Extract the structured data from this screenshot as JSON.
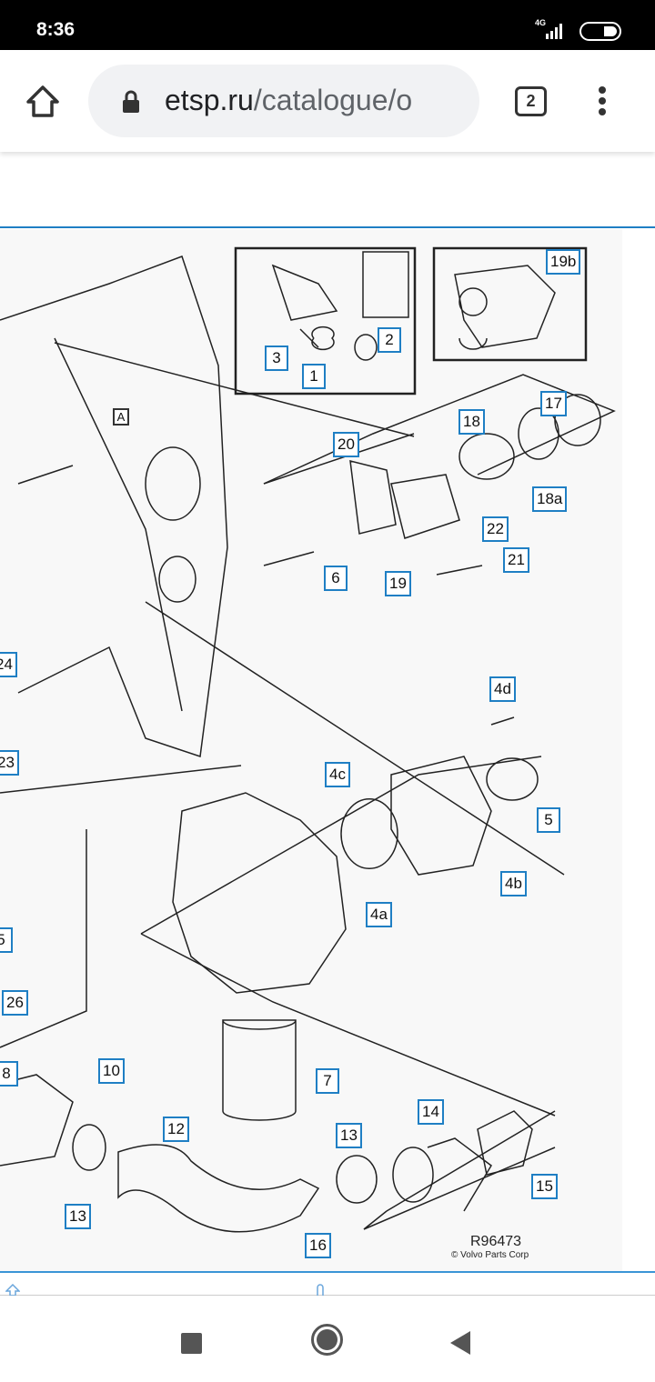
{
  "status_bar": {
    "time": "8:36",
    "network": "4G"
  },
  "browser": {
    "url_domain": "etsp.ru",
    "url_path": "/catalogue/o",
    "tab_count": "2"
  },
  "diagram": {
    "callouts": [
      "1",
      "2",
      "3",
      "19b",
      "17",
      "18",
      "18a",
      "20",
      "22",
      "21",
      "19",
      "6",
      "A",
      "24",
      "4d",
      "23",
      "4c",
      "5",
      "4b",
      "4a",
      "5",
      "26",
      "8",
      "10",
      "12",
      "7",
      "13",
      "14",
      "13",
      "15",
      "16"
    ],
    "drawing_code": "R96473",
    "copyright": "© Volvo Parts Corp"
  }
}
